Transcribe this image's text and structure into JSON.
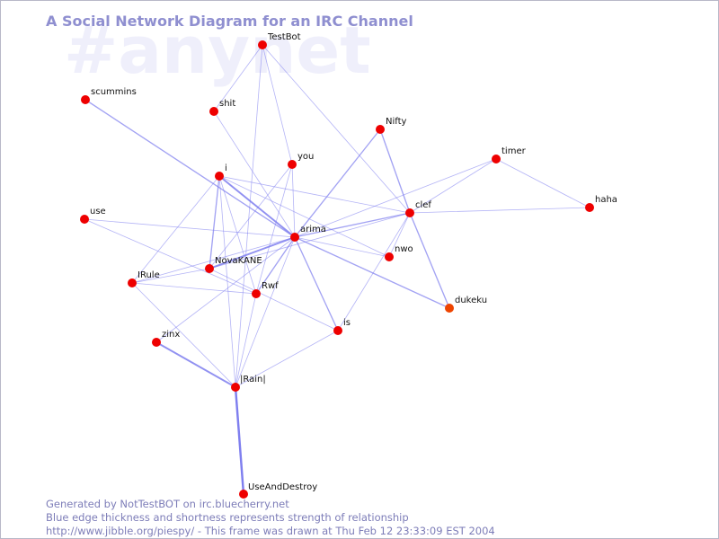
{
  "watermark": "#anynet",
  "title": "A Social Network Diagram for an IRC Channel",
  "footer": {
    "line1": "Generated by NotTestBOT on irc.bluecherry.net",
    "line2": "Blue edge thickness and shortness represents strength of relationship",
    "line3": "http://www.jibble.org/piespy/ - This frame was drawn at Thu Feb 12 23:33:09 EST 2004"
  },
  "colors": {
    "node": "#ee0000",
    "node_recent": "#ee4400",
    "edge": "#7777ee",
    "title": "#8f8fd0",
    "watermark": "#efeffb",
    "footer": "#7d7db8"
  },
  "nodes": [
    {
      "id": "TestBot",
      "label": "TestBot"
    },
    {
      "id": "scummins",
      "label": "scummins"
    },
    {
      "id": "shit",
      "label": "shit"
    },
    {
      "id": "Nifty",
      "label": "Nifty"
    },
    {
      "id": "you",
      "label": "you"
    },
    {
      "id": "timer",
      "label": "timer"
    },
    {
      "id": "i",
      "label": "i"
    },
    {
      "id": "haha",
      "label": "haha"
    },
    {
      "id": "clef",
      "label": "clef"
    },
    {
      "id": "use",
      "label": "use"
    },
    {
      "id": "arima",
      "label": "arima"
    },
    {
      "id": "nwo",
      "label": "nwo"
    },
    {
      "id": "NovaKANE",
      "label": "NovaKANE"
    },
    {
      "id": "IRule",
      "label": "IRule"
    },
    {
      "id": "Rwf",
      "label": "Rwf"
    },
    {
      "id": "dukeku",
      "label": "dukeku",
      "recent": true
    },
    {
      "id": "is",
      "label": "is"
    },
    {
      "id": "zinx",
      "label": "zinx"
    },
    {
      "id": "Rain",
      "label": "|Rain|"
    },
    {
      "id": "UseAndDestroy",
      "label": "UseAndDestroy"
    }
  ],
  "edges": [
    {
      "source": "TestBot",
      "target": "shit",
      "weight": 1
    },
    {
      "source": "TestBot",
      "target": "you",
      "weight": 1
    },
    {
      "source": "TestBot",
      "target": "Rain",
      "weight": 1
    },
    {
      "source": "TestBot",
      "target": "clef",
      "weight": 1
    },
    {
      "source": "scummins",
      "target": "arima",
      "weight": 2
    },
    {
      "source": "shit",
      "target": "arima",
      "weight": 1
    },
    {
      "source": "i",
      "target": "arima",
      "weight": 3
    },
    {
      "source": "i",
      "target": "NovaKANE",
      "weight": 2
    },
    {
      "source": "i",
      "target": "clef",
      "weight": 1
    },
    {
      "source": "i",
      "target": "nwo",
      "weight": 1
    },
    {
      "source": "i",
      "target": "IRule",
      "weight": 1
    },
    {
      "source": "i",
      "target": "Rwf",
      "weight": 1
    },
    {
      "source": "i",
      "target": "Rain",
      "weight": 1
    },
    {
      "source": "you",
      "target": "arima",
      "weight": 1
    },
    {
      "source": "you",
      "target": "NovaKANE",
      "weight": 1
    },
    {
      "source": "you",
      "target": "Rwf",
      "weight": 1
    },
    {
      "source": "Nifty",
      "target": "arima",
      "weight": 2
    },
    {
      "source": "Nifty",
      "target": "clef",
      "weight": 2
    },
    {
      "source": "clef",
      "target": "arima",
      "weight": 2
    },
    {
      "source": "clef",
      "target": "timer",
      "weight": 1
    },
    {
      "source": "clef",
      "target": "haha",
      "weight": 1
    },
    {
      "source": "clef",
      "target": "dukeku",
      "weight": 2
    },
    {
      "source": "clef",
      "target": "nwo",
      "weight": 1
    },
    {
      "source": "clef",
      "target": "is",
      "weight": 1
    },
    {
      "source": "clef",
      "target": "NovaKANE",
      "weight": 1
    },
    {
      "source": "timer",
      "target": "haha",
      "weight": 1
    },
    {
      "source": "timer",
      "target": "arima",
      "weight": 1
    },
    {
      "source": "use",
      "target": "arima",
      "weight": 1
    },
    {
      "source": "use",
      "target": "Rwf",
      "weight": 1
    },
    {
      "source": "arima",
      "target": "NovaKANE",
      "weight": 3
    },
    {
      "source": "arima",
      "target": "Rwf",
      "weight": 2
    },
    {
      "source": "arima",
      "target": "is",
      "weight": 2
    },
    {
      "source": "arima",
      "target": "nwo",
      "weight": 1
    },
    {
      "source": "arima",
      "target": "dukeku",
      "weight": 2
    },
    {
      "source": "arima",
      "target": "zinx",
      "weight": 1
    },
    {
      "source": "arima",
      "target": "Rain",
      "weight": 1
    },
    {
      "source": "arima",
      "target": "IRule",
      "weight": 1
    },
    {
      "source": "NovaKANE",
      "target": "IRule",
      "weight": 1
    },
    {
      "source": "NovaKANE",
      "target": "is",
      "weight": 1
    },
    {
      "source": "IRule",
      "target": "Rwf",
      "weight": 1
    },
    {
      "source": "IRule",
      "target": "Rain",
      "weight": 1
    },
    {
      "source": "Rwf",
      "target": "Rain",
      "weight": 1
    },
    {
      "source": "is",
      "target": "Rain",
      "weight": 1
    },
    {
      "source": "zinx",
      "target": "Rain",
      "weight": 3
    },
    {
      "source": "Rain",
      "target": "UseAndDestroy",
      "weight": 4
    }
  ]
}
